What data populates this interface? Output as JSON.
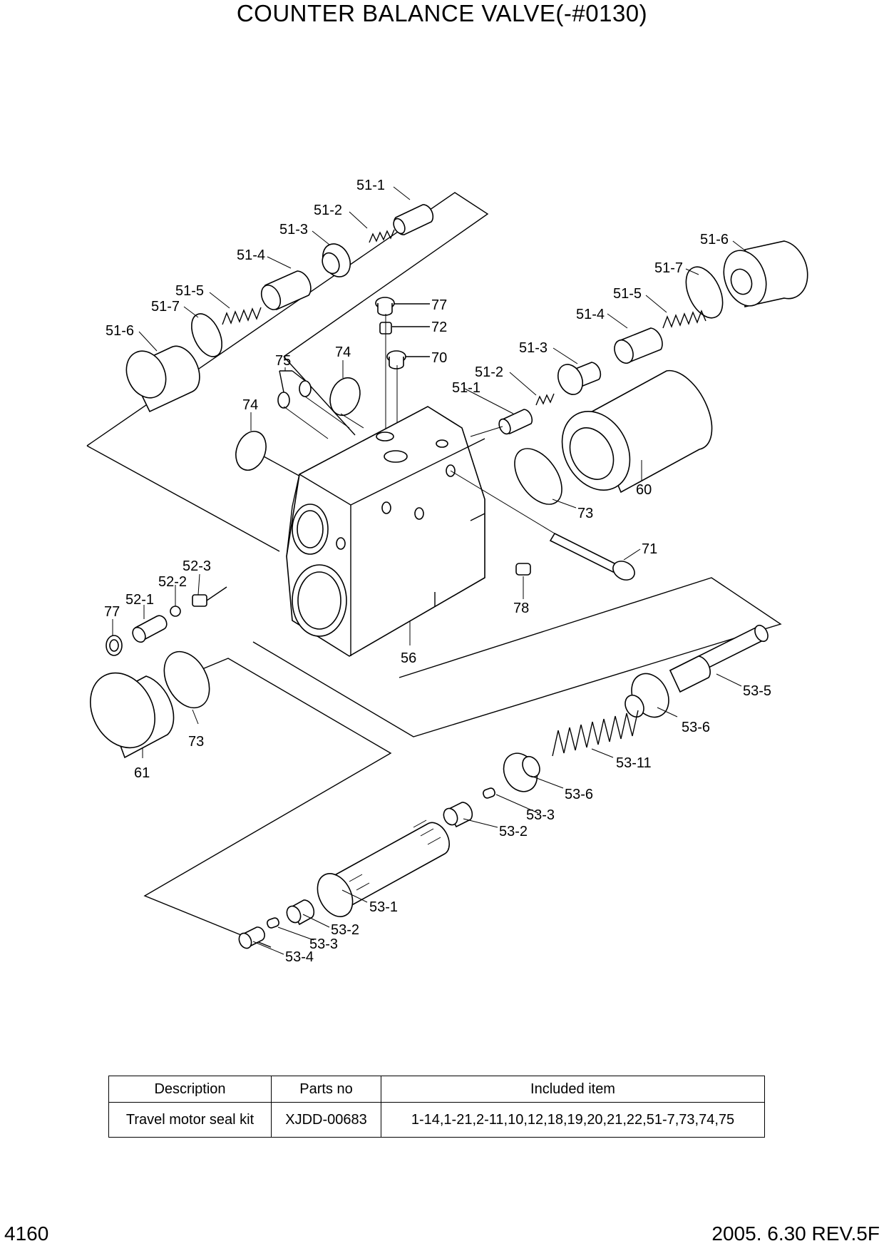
{
  "title": "COUNTER BALANCE VALVE(-#0130)",
  "labels": {
    "l51_1a": "51-1",
    "l51_2a": "51-2",
    "l51_3a": "51-3",
    "l51_4a": "51-4",
    "l51_5a": "51-5",
    "l51_7a": "51-7",
    "l51_6a": "51-6",
    "l51_6b": "51-6",
    "l51_7b": "51-7",
    "l51_5b": "51-5",
    "l51_4b": "51-4",
    "l51_3b": "51-3",
    "l51_2b": "51-2",
    "l51_1b": "51-1",
    "l77a": "77",
    "l72": "72",
    "l70": "70",
    "l75": "75",
    "l74a": "74",
    "l74b": "74",
    "l60": "60",
    "l73a": "73",
    "l71": "71",
    "l78": "78",
    "l56": "56",
    "l52_3": "52-3",
    "l52_2": "52-2",
    "l52_1": "52-1",
    "l77b": "77",
    "l73b": "73",
    "l61": "61",
    "l53_5": "53-5",
    "l53_6a": "53-6",
    "l53_11": "53-11",
    "l53_6b": "53-6",
    "l53_3a": "53-3",
    "l53_2a": "53-2",
    "l53_1": "53-1",
    "l53_2b": "53-2",
    "l53_3b": "53-3",
    "l53_4": "53-4"
  },
  "kit_table": {
    "headers": [
      "Description",
      "Parts no",
      "Included item"
    ],
    "rows": [
      [
        "Travel motor seal kit",
        "XJDD-00683",
        "1-14,1-21,2-11,10,12,18,19,20,21,22,51-7,73,74,75"
      ]
    ]
  },
  "footer": {
    "page": "4160",
    "revision": "2005. 6.30  REV.5F"
  }
}
